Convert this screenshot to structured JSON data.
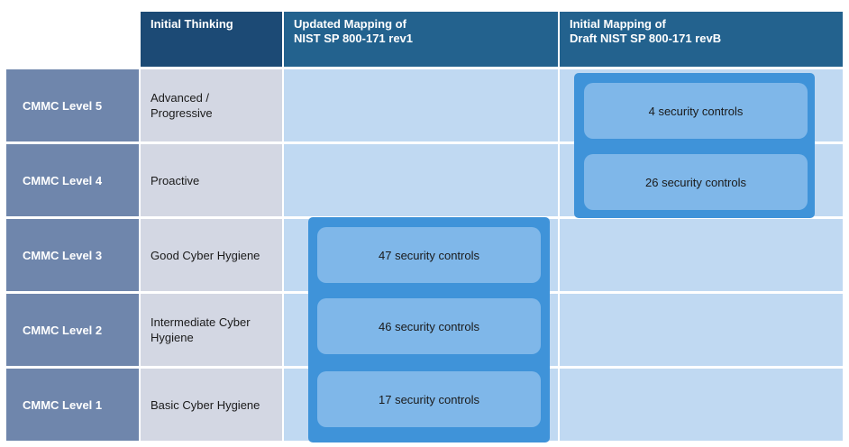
{
  "headers": {
    "initial_thinking": "Initial Thinking",
    "updated_mapping": "Updated Mapping of\nNIST SP 800-171 rev1",
    "initial_mapping": "Initial Mapping of\nDraft NIST SP 800-171 revB"
  },
  "rows": [
    {
      "level": "CMMC Level 5",
      "thinking": "Advanced /\nProgressive"
    },
    {
      "level": "CMMC Level 4",
      "thinking": "Proactive"
    },
    {
      "level": "CMMC Level 3",
      "thinking": "Good Cyber Hygiene"
    },
    {
      "level": "CMMC Level 2",
      "thinking": "Intermediate Cyber\nHygiene"
    },
    {
      "level": "CMMC Level 1",
      "thinking": "Basic Cyber Hygiene"
    }
  ],
  "rev1_controls": [
    {
      "label": "47 security controls"
    },
    {
      "label": "46 security controls"
    },
    {
      "label": "17 security controls"
    }
  ],
  "revb_controls": [
    {
      "label": "4 security controls"
    },
    {
      "label": "26 security controls"
    }
  ],
  "colors": {
    "header_dark": "#1c4a75",
    "header_mid": "#23628e",
    "level_cell": "#6f86ac",
    "thinking_cell": "#d3d7e3",
    "grid_cell": "#c0d9f2",
    "group_box": "#3f93d9",
    "control_box": "#7fb7e9"
  }
}
